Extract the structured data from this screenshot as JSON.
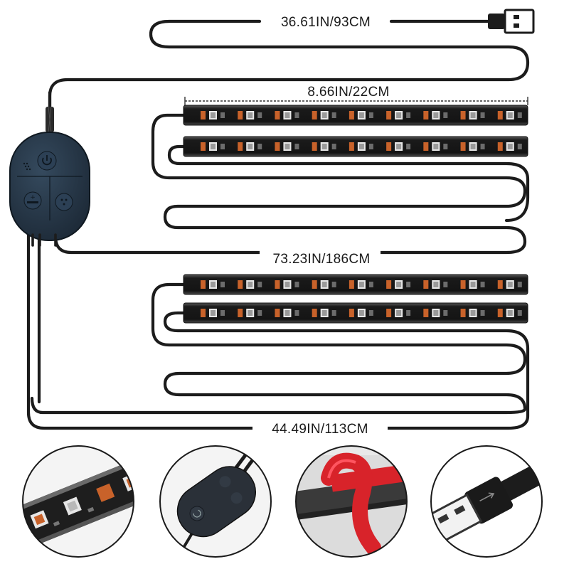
{
  "dimensions": {
    "usb_cable": "36.61IN/93CM",
    "strip_length": "8.66IN/22CM",
    "long_cable": "73.23IN/186CM",
    "short_cable": "44.49IN/113CM"
  },
  "strips": {
    "count": 4,
    "led_per_strip": 9
  },
  "controller": {
    "buttons": [
      "power-icon",
      "brightness-icon",
      "mode-icon"
    ],
    "body_color": "#243445"
  },
  "thumbnails": [
    {
      "name": "led-strip-closeup"
    },
    {
      "name": "controller-closeup"
    },
    {
      "name": "adhesive-tape-closeup"
    },
    {
      "name": "usb-plug-closeup"
    }
  ],
  "colors": {
    "cable": "#1c1c1c",
    "strip_body": "#2a2a2a",
    "led_orange": "#c8622a",
    "led_white": "#e8e8e8",
    "tape_red": "#d8232a"
  }
}
